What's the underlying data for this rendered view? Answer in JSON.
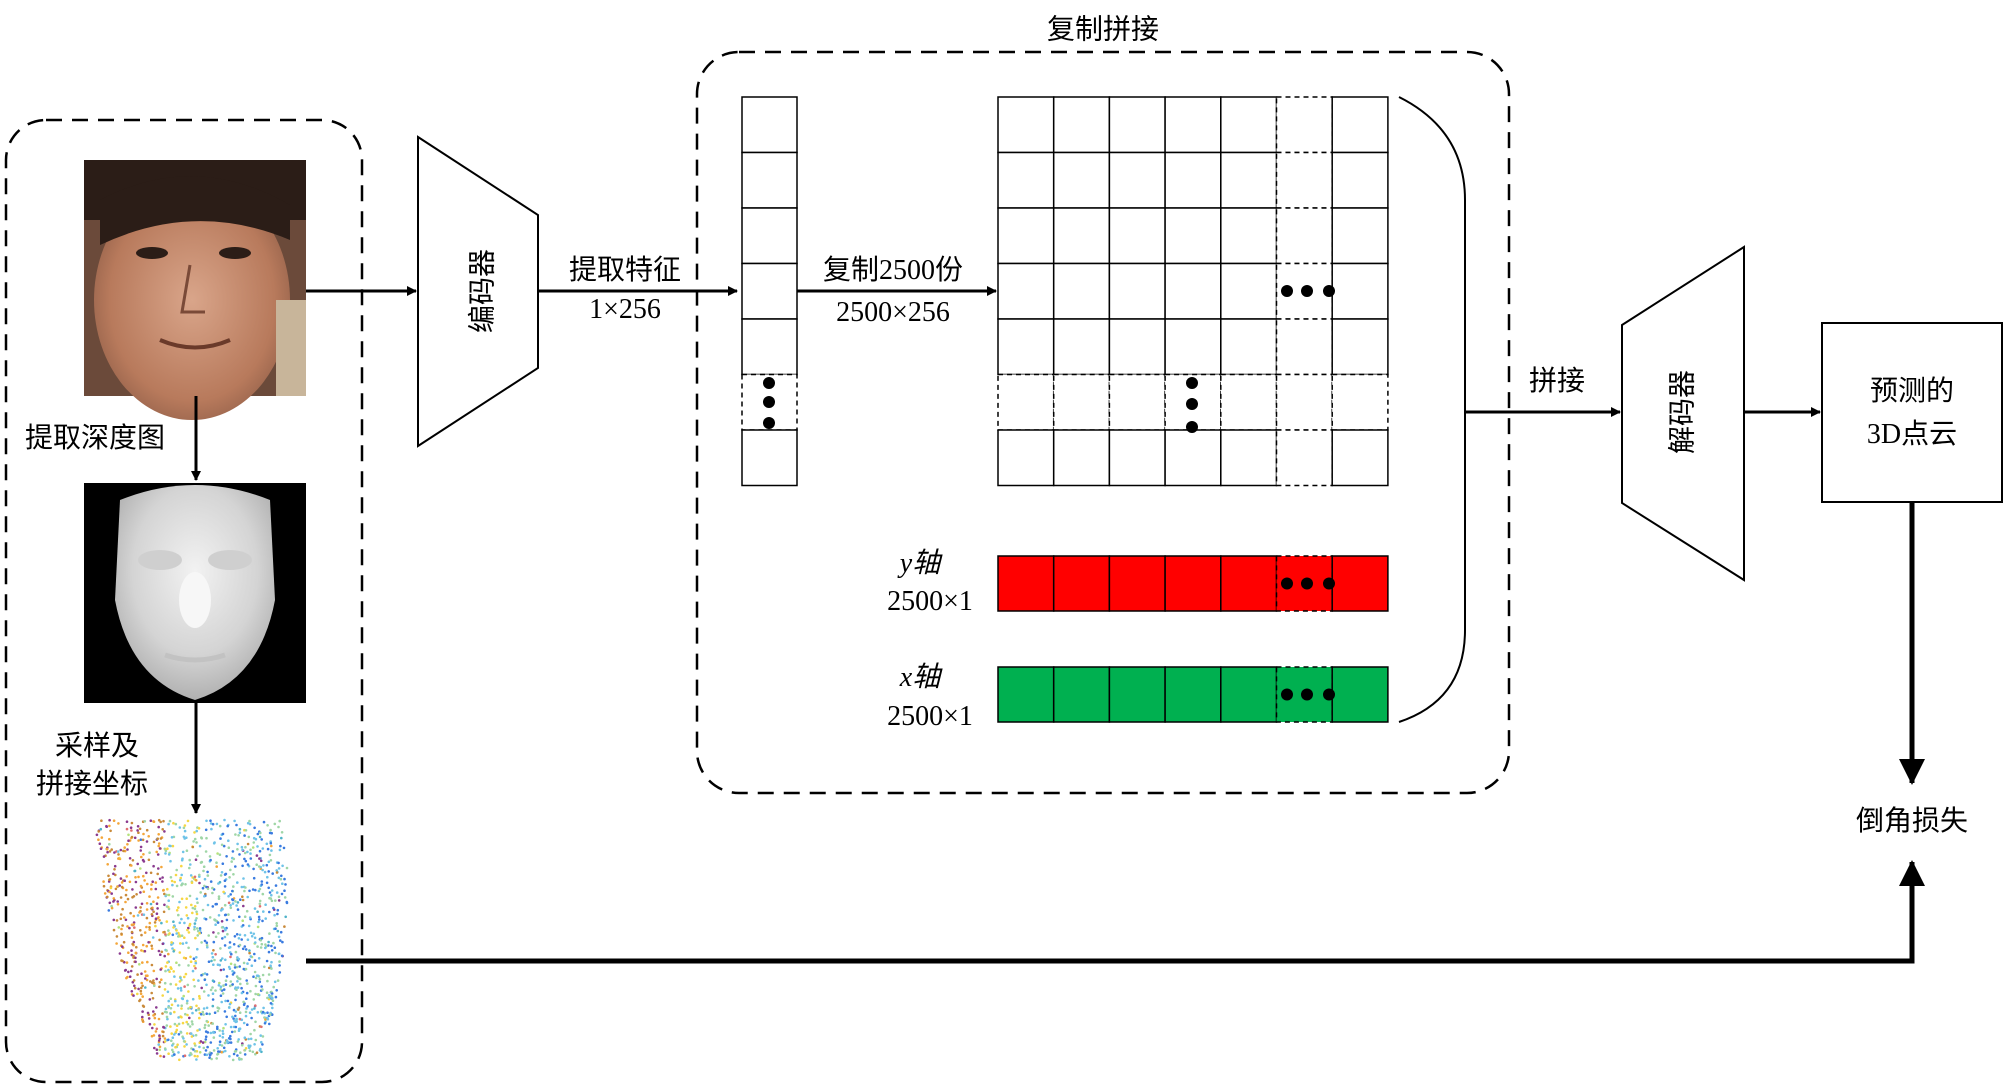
{
  "labels": {
    "copy_concat_title": "复制拼接",
    "encoder": "编码器",
    "decoder": "解码器",
    "extract_features": "提取特征",
    "feature_size": "1×256",
    "copy_2500": "复制2500份",
    "copied_size": "2500×256",
    "extract_depth": "提取深度图",
    "sample_line1": "采样及",
    "sample_line2": "拼接坐标",
    "y_axis": "y轴",
    "y_size": "2500×1",
    "x_axis": "x轴",
    "x_size": "2500×1",
    "concat": "拼接",
    "pred_line1": "预测的",
    "pred_line2": "3D点云",
    "chamfer_loss": "倒角损失"
  },
  "colors": {
    "y_row": "#ff0000",
    "x_row": "#00b050",
    "stroke": "#000000"
  },
  "images": {
    "face_photo": "face-photo",
    "depth_map": "depth-map",
    "point_cloud": "colored-point-cloud"
  }
}
